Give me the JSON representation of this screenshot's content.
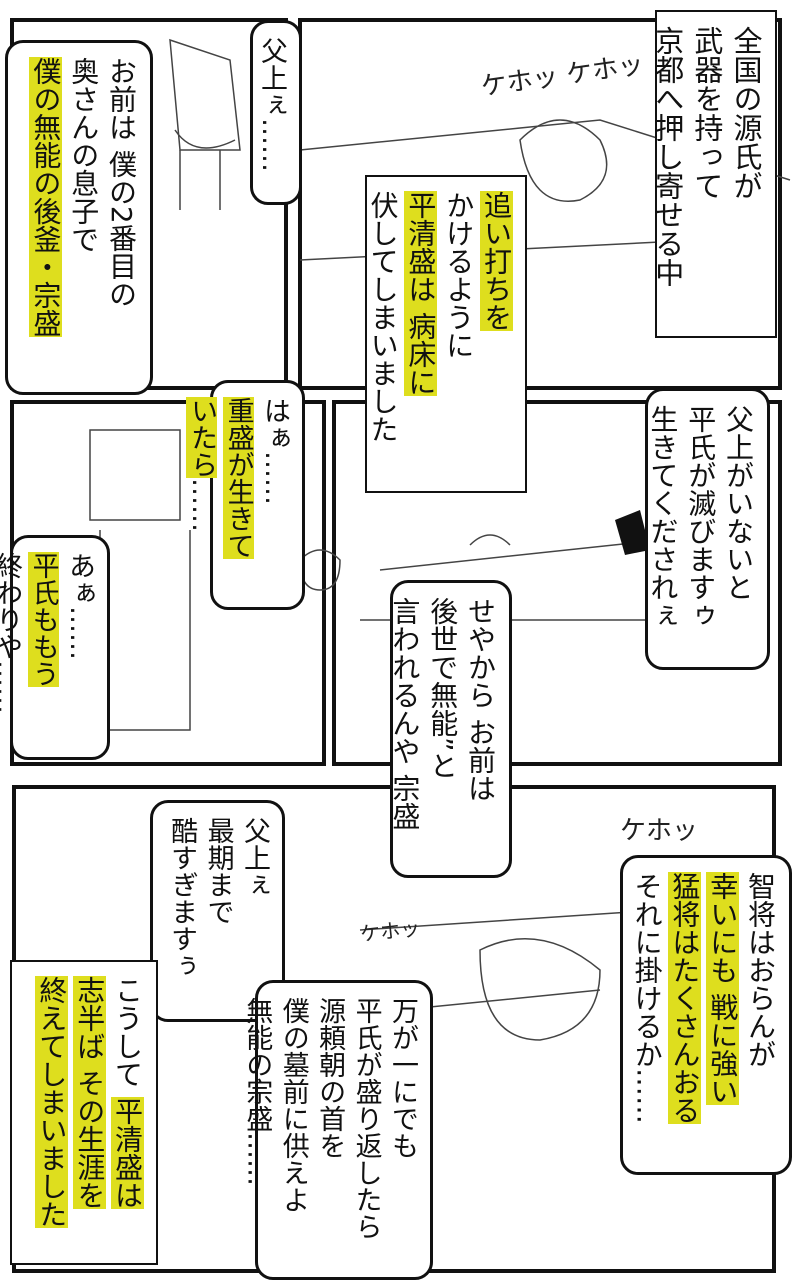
{
  "highlight_color": "#dede1e",
  "sfx": {
    "cough_top": "ケホッ ケホッ",
    "cough_bottom_right": "ケホッ",
    "cough_bottom_mid": "ケホッ"
  },
  "texts": [
    {
      "id": "narration-1",
      "lines": [
        [
          [
            "全国の源氏が",
            false
          ]
        ],
        [
          [
            "武器を持って",
            false
          ]
        ],
        [
          [
            "京都へ押し寄せる中",
            false
          ]
        ]
      ]
    },
    {
      "id": "speech-chichiue",
      "lines": [
        [
          [
            "父上ぇ……",
            false
          ]
        ]
      ]
    },
    {
      "id": "speech-omaewa",
      "lines": [
        [
          [
            "お前は 僕の2番目の",
            false
          ]
        ],
        [
          [
            "奥さんの息子で",
            false
          ]
        ],
        [
          [
            "僕の無能の後釜・宗盛",
            true
          ]
        ]
      ]
    },
    {
      "id": "narration-2",
      "lines": [
        [
          [
            "追い打ちを",
            true
          ]
        ],
        [
          [
            "かけるように",
            false
          ]
        ],
        [
          [
            "平清盛は 病床に",
            true
          ]
        ],
        [
          [
            "伏してしまいました",
            false
          ]
        ]
      ]
    },
    {
      "id": "speech-shigemori",
      "lines": [
        [
          [
            "はぁ……",
            false
          ]
        ],
        [
          [
            "重盛が生きて",
            true
          ]
        ],
        [
          [
            "いたら",
            true
          ],
          [
            "……",
            false
          ]
        ]
      ]
    },
    {
      "id": "speech-ikite",
      "lines": [
        [
          [
            "父上がいないと",
            false
          ]
        ],
        [
          [
            "平氏が滅びますゥ",
            false
          ]
        ],
        [
          [
            "生きてくだされぇ",
            false
          ]
        ]
      ]
    },
    {
      "id": "speech-owariya",
      "lines": [
        [
          [
            "あぁ……",
            false
          ]
        ],
        [
          [
            "平氏ももう",
            true
          ]
        ],
        [
          [
            "終わりや……",
            false
          ]
        ]
      ]
    },
    {
      "id": "speech-seyakara",
      "lines": [
        [
          [
            "せやから お前は",
            false
          ]
        ],
        [
          [
            "後世で無能”と",
            false
          ]
        ],
        [
          [
            "言われるんや 宗盛",
            false
          ]
        ]
      ]
    },
    {
      "id": "speech-hidoi",
      "lines": [
        [
          [
            "父上ぇ",
            false
          ]
        ],
        [
          [
            "最期まで",
            false
          ]
        ],
        [
          [
            "酷すぎますぅ",
            false
          ]
        ]
      ]
    },
    {
      "id": "speech-chisho",
      "lines": [
        [
          [
            "智将はおらんが",
            false
          ]
        ],
        [
          [
            "幸いにも 戦に強い",
            true
          ]
        ],
        [
          [
            "猛将はたくさんおる",
            true
          ]
        ],
        [
          [
            "それに掛けるか……",
            false
          ]
        ]
      ]
    },
    {
      "id": "speech-mangaichi",
      "lines": [
        [
          [
            "万が一にでも",
            false
          ]
        ],
        [
          [
            "平氏が盛り返したら",
            false
          ]
        ],
        [
          [
            "源頼朝の首を",
            false
          ]
        ],
        [
          [
            "僕の墓前に供えよ",
            false
          ]
        ],
        [
          [
            "無能の宗盛……",
            false
          ]
        ]
      ]
    },
    {
      "id": "narration-3",
      "lines": [
        [
          [
            "こうして ",
            false
          ],
          [
            "平清盛は",
            true
          ]
        ],
        [
          [
            "志半ば",
            true
          ],
          [
            " その生涯を",
            true
          ]
        ],
        [
          [
            "終えてしまいました",
            true
          ]
        ]
      ]
    }
  ]
}
